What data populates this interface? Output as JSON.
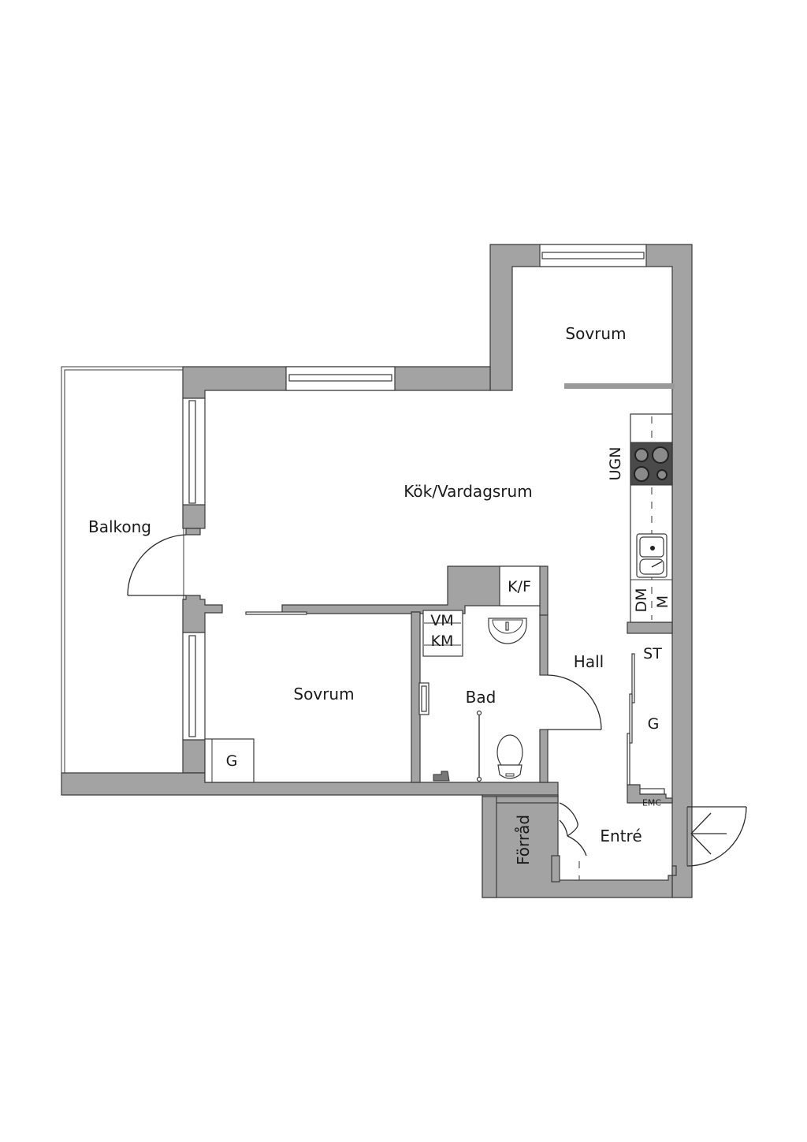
{
  "plan": {
    "rooms": {
      "sovrum_top": "Sovrum",
      "kok_vardagsrum": "Kök/Vardagsrum",
      "balkong": "Balkong",
      "sovrum_bottom": "Sovrum",
      "bad": "Bad",
      "hall": "Hall",
      "entre": "Entré",
      "forrad": "Förråd"
    },
    "fixtures": {
      "ugn": "UGN",
      "dm": "DM",
      "m": "M",
      "kf": "K/F",
      "vm": "VM",
      "km": "KM",
      "st": "ST",
      "g_hall": "G",
      "g_bedroom": "G",
      "emc": "EMC"
    },
    "colors": {
      "wall": "#a3a3a3",
      "stove": "#4a4a4a",
      "outline": "#3a3a3a"
    }
  }
}
